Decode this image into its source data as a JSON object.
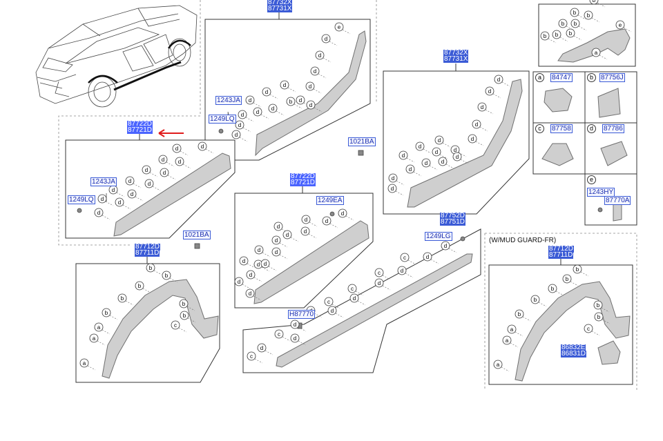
{
  "colors": {
    "part_fill": "#cfcfcf",
    "part_stroke": "#6e6e6e",
    "box_line": "#333333",
    "label_blue": "#3b5bd6",
    "highlight_arrow": "#e01b1b"
  },
  "labels": {
    "top_center_a": "87732X",
    "top_center_b": "87731X",
    "mid_right_a": "87732X",
    "mid_right_b": "87731X",
    "left_a": "87722D",
    "left_b": "87721D",
    "center_a": "87722D",
    "center_b": "87721D",
    "arch_left_a": "87712D",
    "arch_left_b": "87711D",
    "arch_right_a": "87712D",
    "arch_right_b": "87711D",
    "sill_a": "87752D",
    "sill_b": "87751D",
    "mud_a": "86832E",
    "mud_b": "86831D",
    "clip_1243ja_top": "1243JA",
    "clip_1249lq_top": "1249LQ",
    "clip_1243ja_left": "1243JA",
    "clip_1249lq_left": "1249LQ",
    "clip_1021ba_top": "1021BA",
    "clip_1021ba_mid": "1021BA",
    "clip_1249ea": "1249EA",
    "clip_1249lg": "1249LG",
    "clip_h87770": "H87770",
    "clip_1243hy": "1243HY",
    "clip_87770a": "87770A",
    "legend_a": "84747",
    "legend_b": "87756J",
    "legend_c": "87758",
    "legend_d": "87786"
  },
  "legend_letters": {
    "a": "a",
    "b": "b",
    "c": "c",
    "d": "d",
    "e": "e"
  },
  "note_mudguard": "(W/MUD GUARD-FR)"
}
